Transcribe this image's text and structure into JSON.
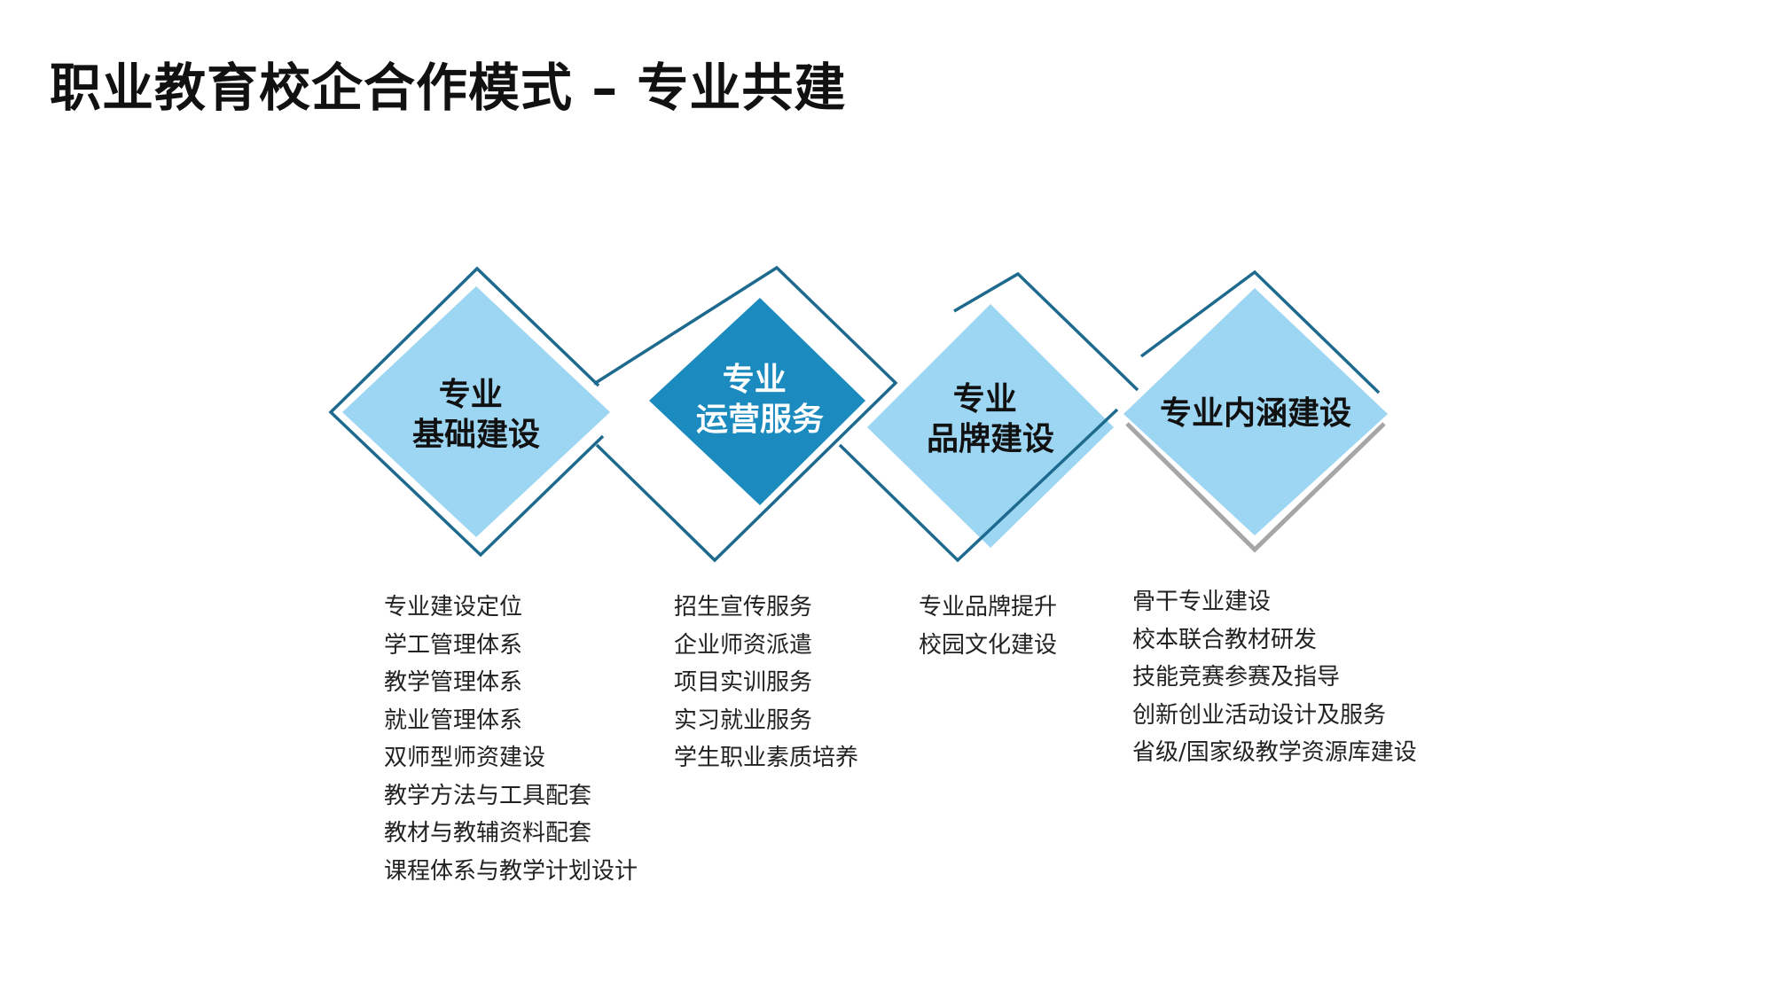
{
  "page": {
    "title": "职业教育校企合作模式 – 专业共建"
  },
  "colors": {
    "outline": "#1d6a8e",
    "light_fill": "#9dd6f3",
    "dark_fill": "#1b8abf",
    "shadow": "#a6a6a6",
    "dark_text": "#111111",
    "light_text": "#ffffff"
  },
  "pillars": [
    {
      "title_lines": [
        "专业",
        "基础建设"
      ],
      "items": [
        "专业建设定位",
        "学工管理体系",
        "教学管理体系",
        "就业管理体系",
        "双师型师资建设",
        "教学方法与工具配套",
        "教材与教辅资料配套",
        "课程体系与教学计划设计"
      ]
    },
    {
      "title_lines": [
        "专业",
        "运营服务"
      ],
      "items": [
        "招生宣传服务",
        "企业师资派遣",
        "项目实训服务",
        "实习就业服务",
        "学生职业素质培养"
      ]
    },
    {
      "title_lines": [
        "专业",
        "品牌建设"
      ],
      "items": [
        "专业品牌提升",
        "校园文化建设"
      ]
    },
    {
      "title_lines": [
        "专业内涵建设"
      ],
      "items": [
        "骨干专业建设",
        "校本联合教材研发",
        "技能竞赛参赛及指导",
        "创新创业活动设计及服务",
        "省级/国家级教学资源库建设"
      ]
    }
  ]
}
